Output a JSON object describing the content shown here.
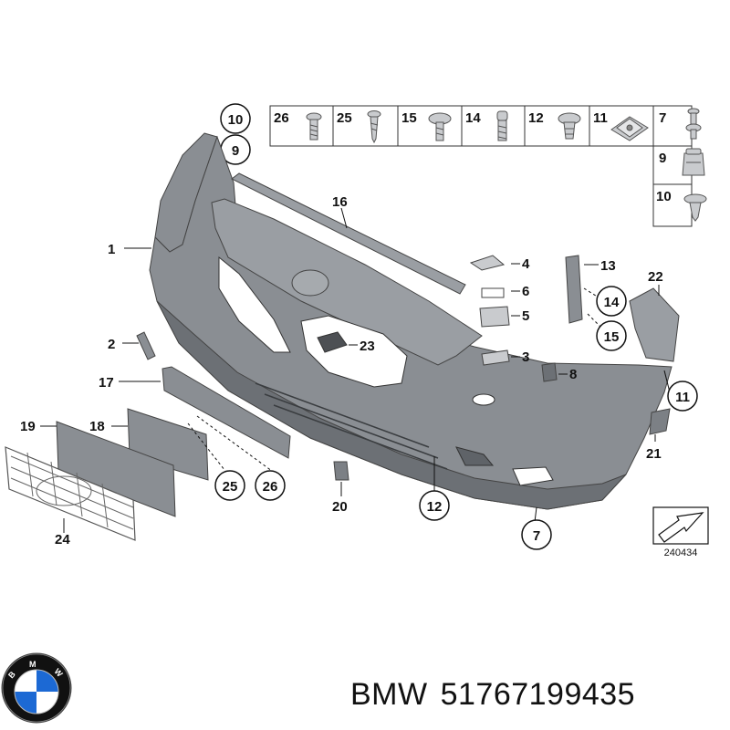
{
  "parts": {
    "callouts": [
      "1",
      "2",
      "3",
      "4",
      "5",
      "6",
      "7",
      "8",
      "9",
      "10",
      "11",
      "12",
      "13",
      "14",
      "15",
      "16",
      "17",
      "18",
      "19",
      "20",
      "21",
      "22",
      "23",
      "24",
      "25",
      "26"
    ],
    "fastener_strip": [
      "26",
      "25",
      "15",
      "14",
      "12",
      "11",
      "7",
      "9",
      "10"
    ],
    "circled": [
      "10",
      "9",
      "14",
      "15",
      "11",
      "12",
      "7",
      "25",
      "26"
    ]
  },
  "reference_code": "240434",
  "caption": {
    "brand": "BMW",
    "part_number": "51767199435"
  },
  "logo": {
    "letters": "BMW",
    "colors": {
      "blue": "#1c69d4",
      "ring": "#111111",
      "white": "#ffffff"
    }
  },
  "colors": {
    "bumper": "#8a8e93",
    "bumper_dark": "#6c7075",
    "line": "#111111"
  }
}
